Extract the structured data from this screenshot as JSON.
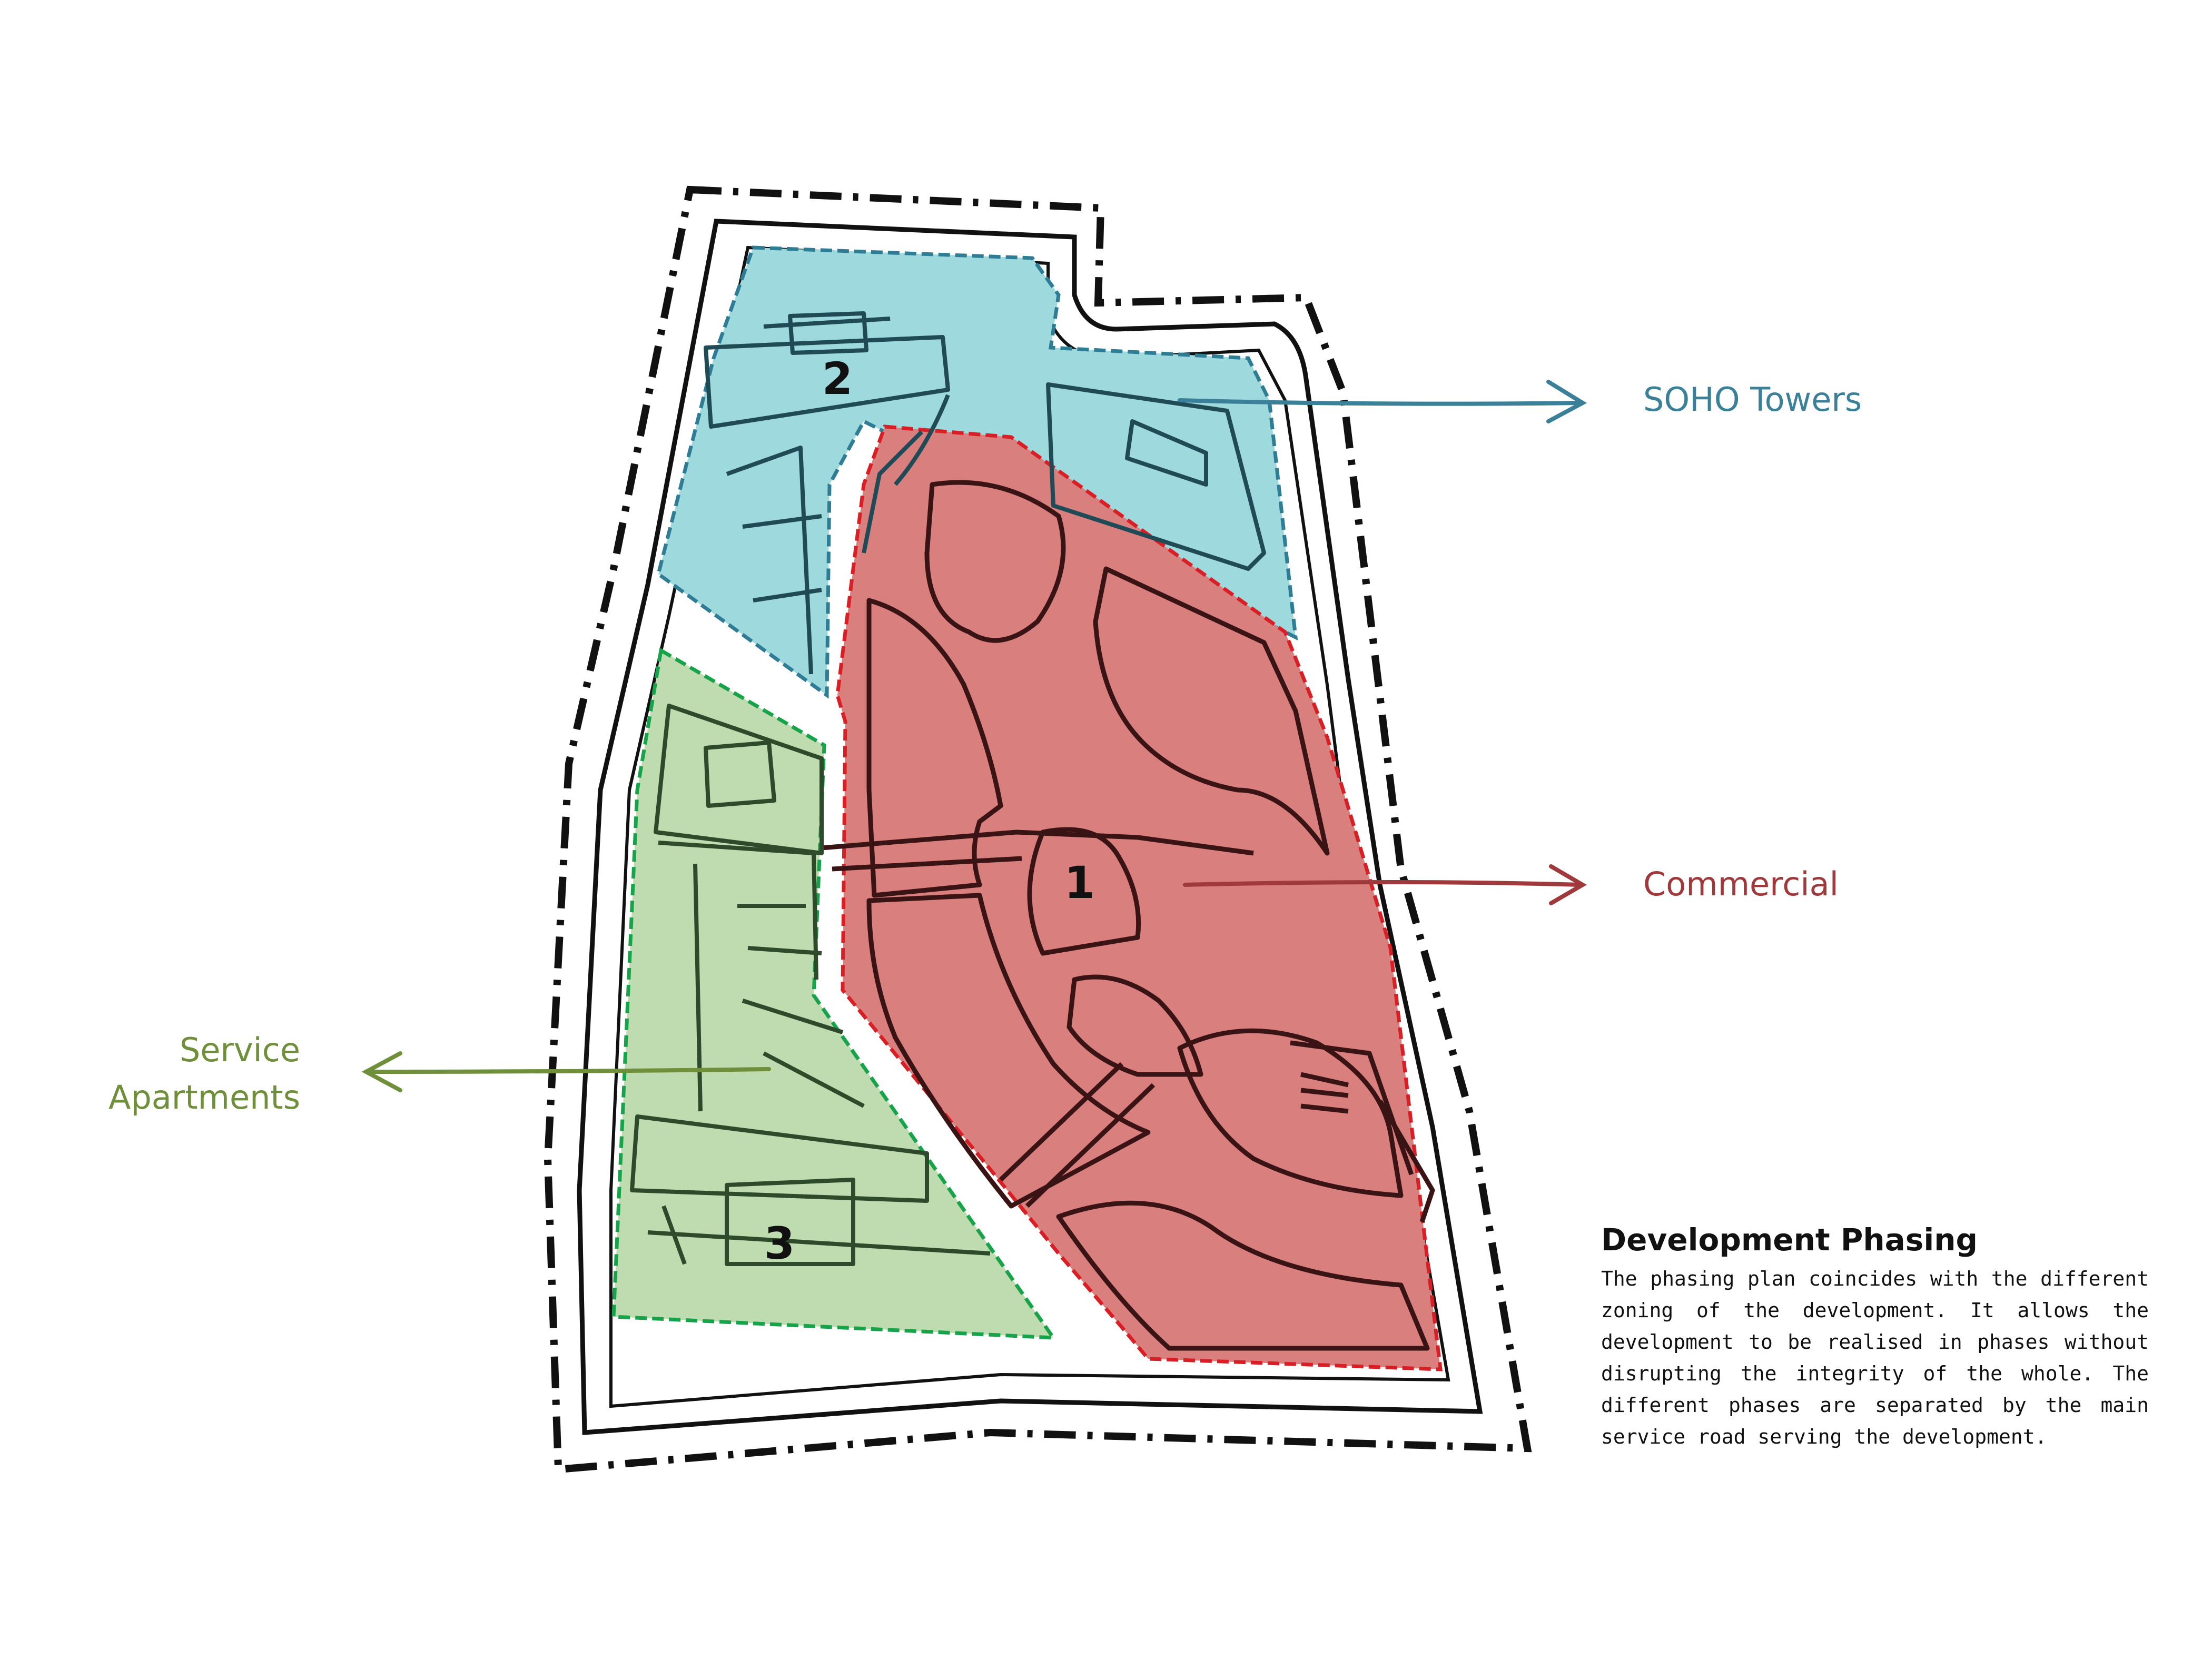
{
  "colors": {
    "phase1_fill": "#d9807f",
    "phase1_stroke": "#d91f26",
    "phase2_fill": "#9ed9de",
    "phase2_stroke": "#2f7d95",
    "phase3_fill": "#bfdcb0",
    "phase3_stroke": "#17a34a",
    "label_soho": "#3a8098",
    "label_commercial": "#a0393c",
    "label_service": "#6f8f3a",
    "linework": "#111111"
  },
  "phases": [
    {
      "id": "phase-1",
      "number": "1",
      "label": "Commercial"
    },
    {
      "id": "phase-2",
      "number": "2",
      "label": "SOHO Towers"
    },
    {
      "id": "phase-3",
      "number": "3",
      "label_line1": "Service",
      "label_line2": "Apartments"
    }
  ],
  "description": {
    "title": "Development Phasing",
    "body": "The phasing plan coincides with the different zoning of the development. It allows the development to be realised in phases without disrupting the integrity of the whole. The different phases are separated by the main service road serving the development."
  }
}
